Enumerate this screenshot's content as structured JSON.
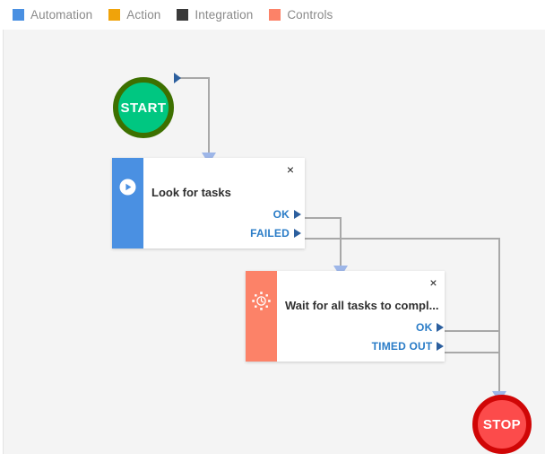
{
  "legend": {
    "items": [
      {
        "label": "Automation",
        "color": "#4a90e2",
        "icon": "square-swatch-icon"
      },
      {
        "label": "Action",
        "color": "#f0a30a",
        "icon": "square-swatch-icon"
      },
      {
        "label": "Integration",
        "color": "#3a3a3a",
        "icon": "square-swatch-icon"
      },
      {
        "label": "Controls",
        "color": "#fc8268",
        "icon": "square-swatch-icon"
      }
    ]
  },
  "canvas": {
    "background": "#f4f4f4",
    "edge_color": "#a8a8a8",
    "arrow_color": "#9db6e8"
  },
  "nodes": {
    "start": {
      "label": "START",
      "fill": "#00c781",
      "border": "#3d7000",
      "shape": "circle"
    },
    "stop": {
      "label": "STOP",
      "fill": "#fc4b4b",
      "border": "#d00606",
      "shape": "circle"
    },
    "look_for_tasks": {
      "title": "Look for tasks",
      "category": "Automation",
      "bar_color": "#4a90e2",
      "icon": "play-circle-icon",
      "close_label": "×",
      "ports": [
        {
          "label": "OK"
        },
        {
          "label": "FAILED"
        }
      ]
    },
    "wait_for_tasks": {
      "title": "Wait for all tasks to compl...",
      "category": "Controls",
      "bar_color": "#fc8268",
      "icon": "timer-clock-icon",
      "close_label": "×",
      "ports": [
        {
          "label": "OK"
        },
        {
          "label": "TIMED OUT"
        }
      ]
    }
  }
}
